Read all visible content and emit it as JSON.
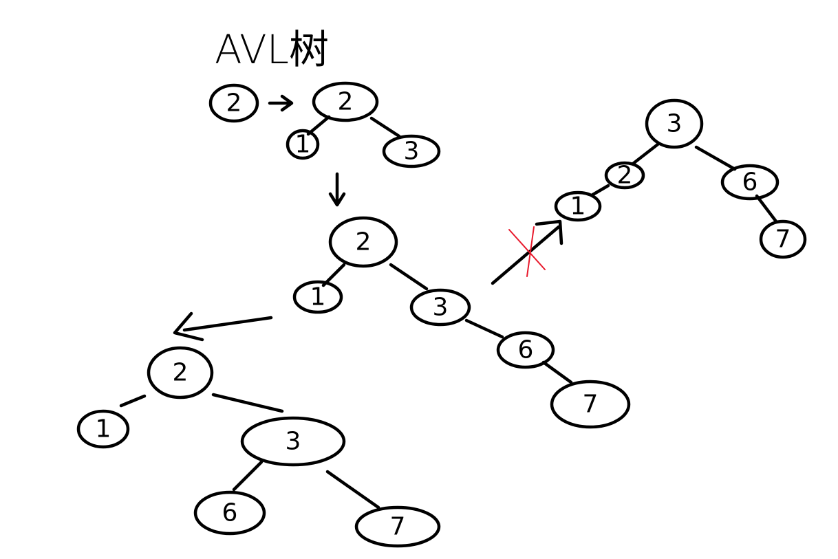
{
  "title": "AVL树",
  "colors": {
    "ink": "#000000",
    "cross": "#e8192c"
  },
  "trees": [
    {
      "id": "t0",
      "nodes": [
        {
          "label": "2"
        }
      ]
    },
    {
      "id": "t1",
      "nodes": [
        {
          "label": "2"
        },
        {
          "label": "1"
        },
        {
          "label": "3"
        }
      ]
    },
    {
      "id": "t2",
      "nodes": [
        {
          "label": "2"
        },
        {
          "label": "1"
        },
        {
          "label": "3"
        },
        {
          "label": "6"
        },
        {
          "label": "7"
        }
      ]
    },
    {
      "id": "t3",
      "nodes": [
        {
          "label": "2"
        },
        {
          "label": "1"
        },
        {
          "label": "3"
        },
        {
          "label": "6"
        },
        {
          "label": "7"
        }
      ]
    },
    {
      "id": "t4",
      "nodes": [
        {
          "label": "3"
        },
        {
          "label": "2"
        },
        {
          "label": "1"
        },
        {
          "label": "6"
        },
        {
          "label": "7"
        }
      ]
    }
  ],
  "arrows": [
    {
      "from": "t0",
      "to": "t1",
      "crossed": false
    },
    {
      "from": "t1",
      "to": "t2",
      "crossed": false
    },
    {
      "from": "t2",
      "to": "t3",
      "crossed": false
    },
    {
      "from": "t2",
      "to": "t4",
      "crossed": true
    }
  ]
}
